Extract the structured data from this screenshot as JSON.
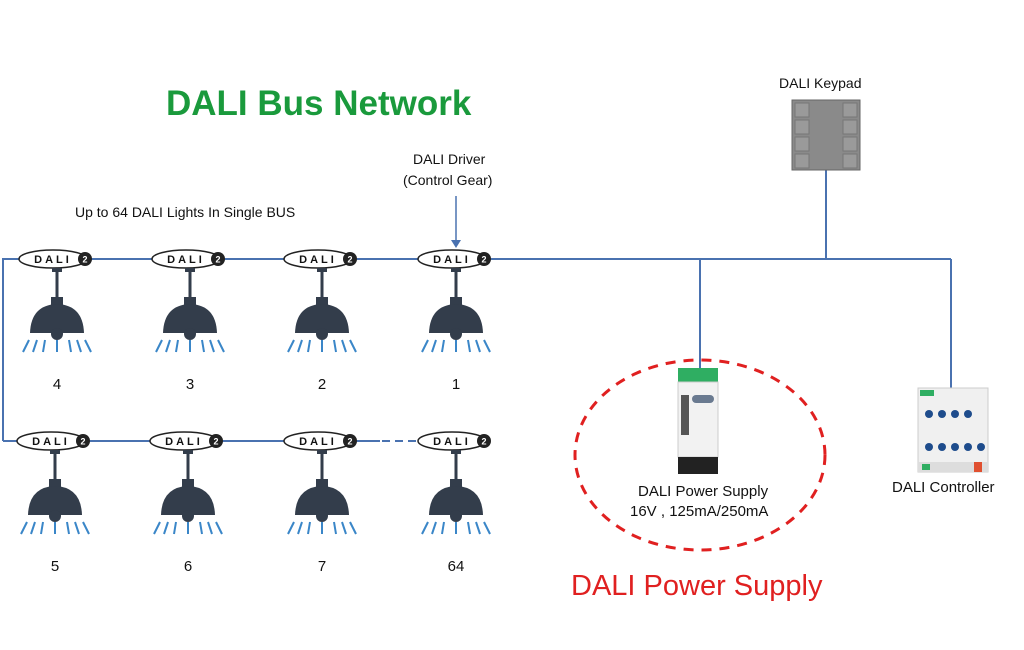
{
  "title": "DALI Bus Network",
  "subtitle": "Up to 64 DALI Lights In Single BUS",
  "driver_label": [
    "DALI Driver",
    "(Control Gear)"
  ],
  "keypad_label": "DALI Keypad",
  "controller_label": "DALI Controller",
  "power_supply_label": [
    "DALI Power Supply",
    "16V , 125mA/250mA"
  ],
  "power_supply_heading": "DALI Power Supply",
  "badge_text": "DALI",
  "badge_version": "2",
  "lights_top": [
    "4",
    "3",
    "2",
    "1"
  ],
  "lights_bottom": [
    "5",
    "6",
    "7",
    "64"
  ],
  "colors": {
    "title": "#1a9a3c",
    "bus": "#4a72b0",
    "ps": "#e02020",
    "lamp": "#333d4b",
    "rays": "#3a86c8"
  }
}
